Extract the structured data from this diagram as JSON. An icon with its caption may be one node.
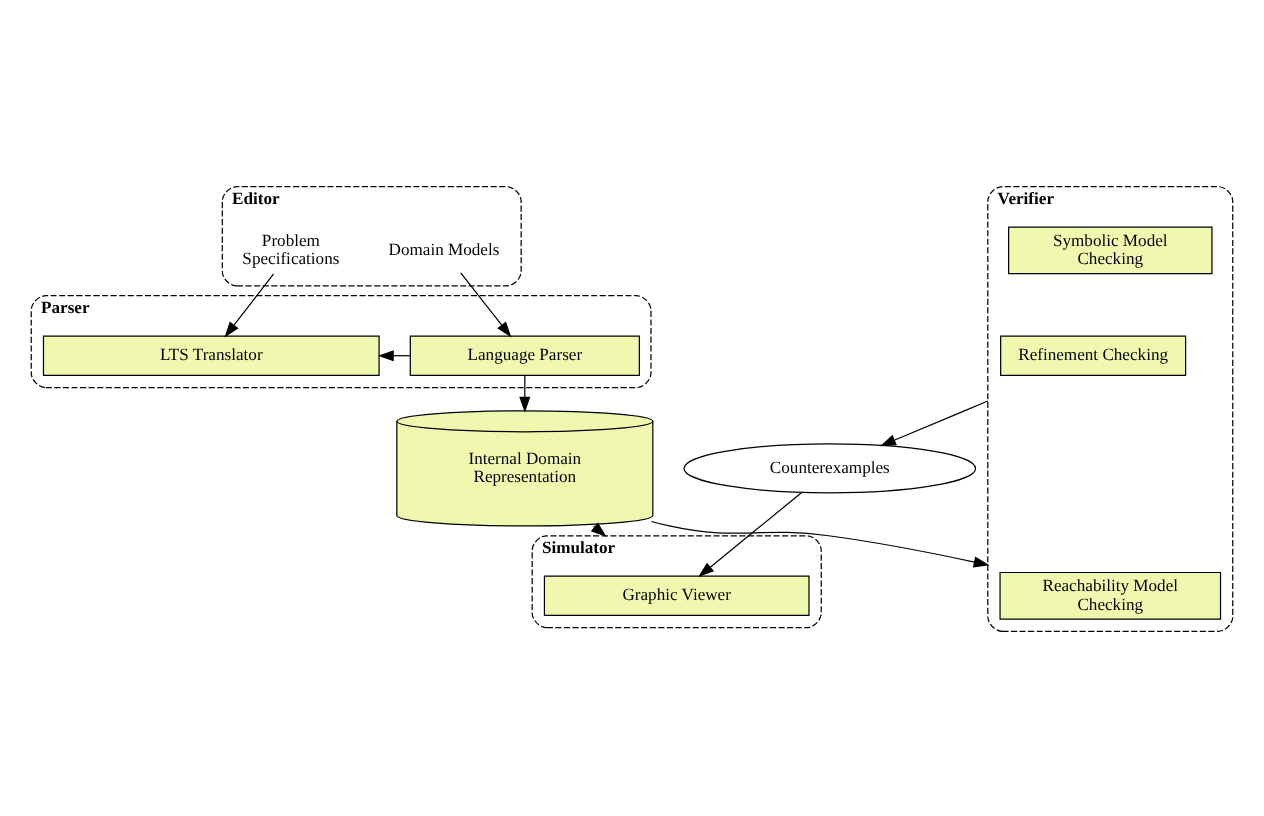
{
  "diagram": {
    "nodes": [
      {
        "text": [
          "Editor"
        ]
      },
      {
        "text": [
          "Domain Models"
        ],
        "in": 0
      },
      {
        "text": [
          "Problem Specifications"
        ],
        "in": 0
      },
      {
        "text": [
          "Parser"
        ]
      },
      {
        "text": [
          "Language Parser"
        ],
        "in": 3
      },
      {
        "text": [
          "LTS Translator"
        ],
        "in": 3
      },
      {
        "text": [
          "Internal Domain Representation"
        ]
      },
      {
        "text": [
          "Simulator"
        ]
      },
      {
        "text": [
          "Graphic Viewer"
        ],
        "in": 7
      },
      {
        "text": [
          "Counterexamples"
        ]
      },
      {
        "text": [
          "Verifier"
        ]
      },
      {
        "text": [
          "Reachability Model Checking"
        ],
        "in": 10
      },
      {
        "text": [
          "Symbolic Model Checking"
        ],
        "in": 10
      },
      {
        "text": [
          "Refinement Checking"
        ],
        "in": 10
      }
    ],
    "edges": [
      {
        "from": 1,
        "to": 4,
        "arrow": "to"
      },
      {
        "from": 2,
        "to": 5,
        "arrow": "to"
      },
      {
        "from": 4,
        "to": 5,
        "arrow": "to"
      },
      {
        "from": 4,
        "to": 6,
        "arrow": "to"
      },
      {
        "from": 6,
        "to": 7,
        "arrow": "to"
      },
      {
        "from": 9,
        "to": 8,
        "arrow": "to"
      },
      {
        "from": 10,
        "to": 9,
        "arrow": "to"
      },
      {
        "from": 6,
        "to": 10,
        "arrow": "to"
      }
    ]
  }
}
